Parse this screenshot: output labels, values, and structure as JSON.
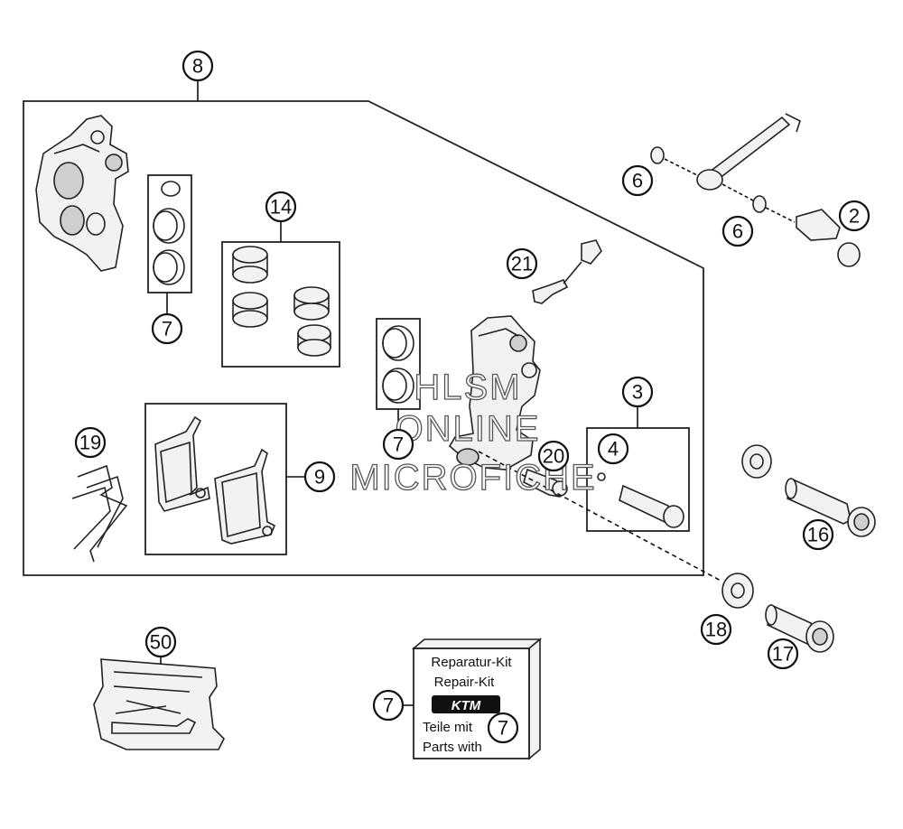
{
  "callouts": {
    "c2": "2",
    "c3": "3",
    "c4": "4",
    "c6a": "6",
    "c6b": "6",
    "c7a": "7",
    "c7b": "7",
    "c7c": "7",
    "c7d": "7",
    "c8": "8",
    "c9": "9",
    "c14": "14",
    "c16": "16",
    "c17": "17",
    "c18": "18",
    "c19": "19",
    "c20": "20",
    "c21": "21",
    "c50": "50"
  },
  "repair_kit": {
    "line1": "Reparatur-Kit",
    "line2": "Repair-Kit",
    "logo": "KTM",
    "line3": "Teile mit",
    "line4": "Parts with"
  },
  "watermark": {
    "line1": "HLSM",
    "line2": "ONLINE",
    "line3": "MICROFICHE"
  },
  "icons": [
    "brake-caliper-housing-icon",
    "seal-ring-icon",
    "piston-icon",
    "brake-pad-icon",
    "pad-spring-icon",
    "bleeder-screw-icon",
    "guide-pin-icon",
    "bolt-icon",
    "washer-icon",
    "pad-pin-icon",
    "grease-bag-icon",
    "repair-kit-box-icon"
  ]
}
